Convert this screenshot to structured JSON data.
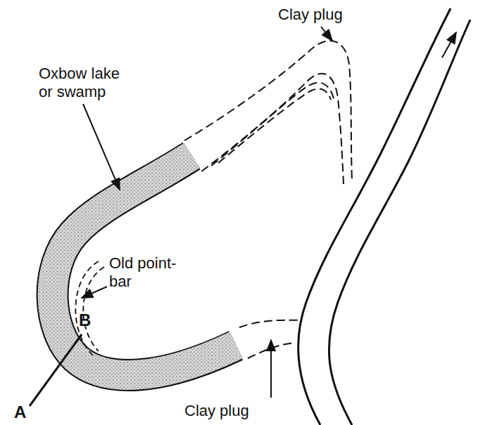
{
  "diagram": {
    "labels": [
      "Clay plug",
      "Oxbow lake or swamp",
      "Old point-bar",
      "Clay plug",
      "A",
      "B"
    ]
  }
}
